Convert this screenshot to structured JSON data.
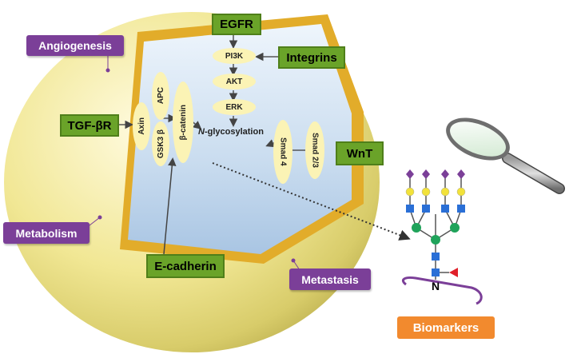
{
  "green_labels": {
    "egfr": "EGFR",
    "integrins": "Integrins",
    "tgf": "TGF-βR",
    "wnt": "WnT",
    "ecadherin": "E-cadherin"
  },
  "purple_labels": {
    "angiogenesis": "Angiogenesis",
    "metabolism": "Metabolism",
    "metastasis": "Metastasis"
  },
  "biomarkers": "Biomarkers",
  "pathway": {
    "pi3k": "PI3K",
    "akt": "AKT",
    "erk": "ERK",
    "axin": "Axin",
    "apc": "APC",
    "gsk3b": "GSK3 β",
    "bcatenin": "β-catenin",
    "smad23": "Smad 2/3",
    "smad4": "Smad 4",
    "n_letter": "N",
    "glyco_rest": "-glycosylation"
  },
  "glycan_n": "N",
  "colors": {
    "green": "#6aa329",
    "purple": "#7b3f98",
    "orange": "#f28a2e",
    "sphere": "#efe58a",
    "interior": "#cfe0f2",
    "rim": "#e5b02a"
  },
  "icons": [
    "magnifier-icon",
    "glycan-icon"
  ]
}
